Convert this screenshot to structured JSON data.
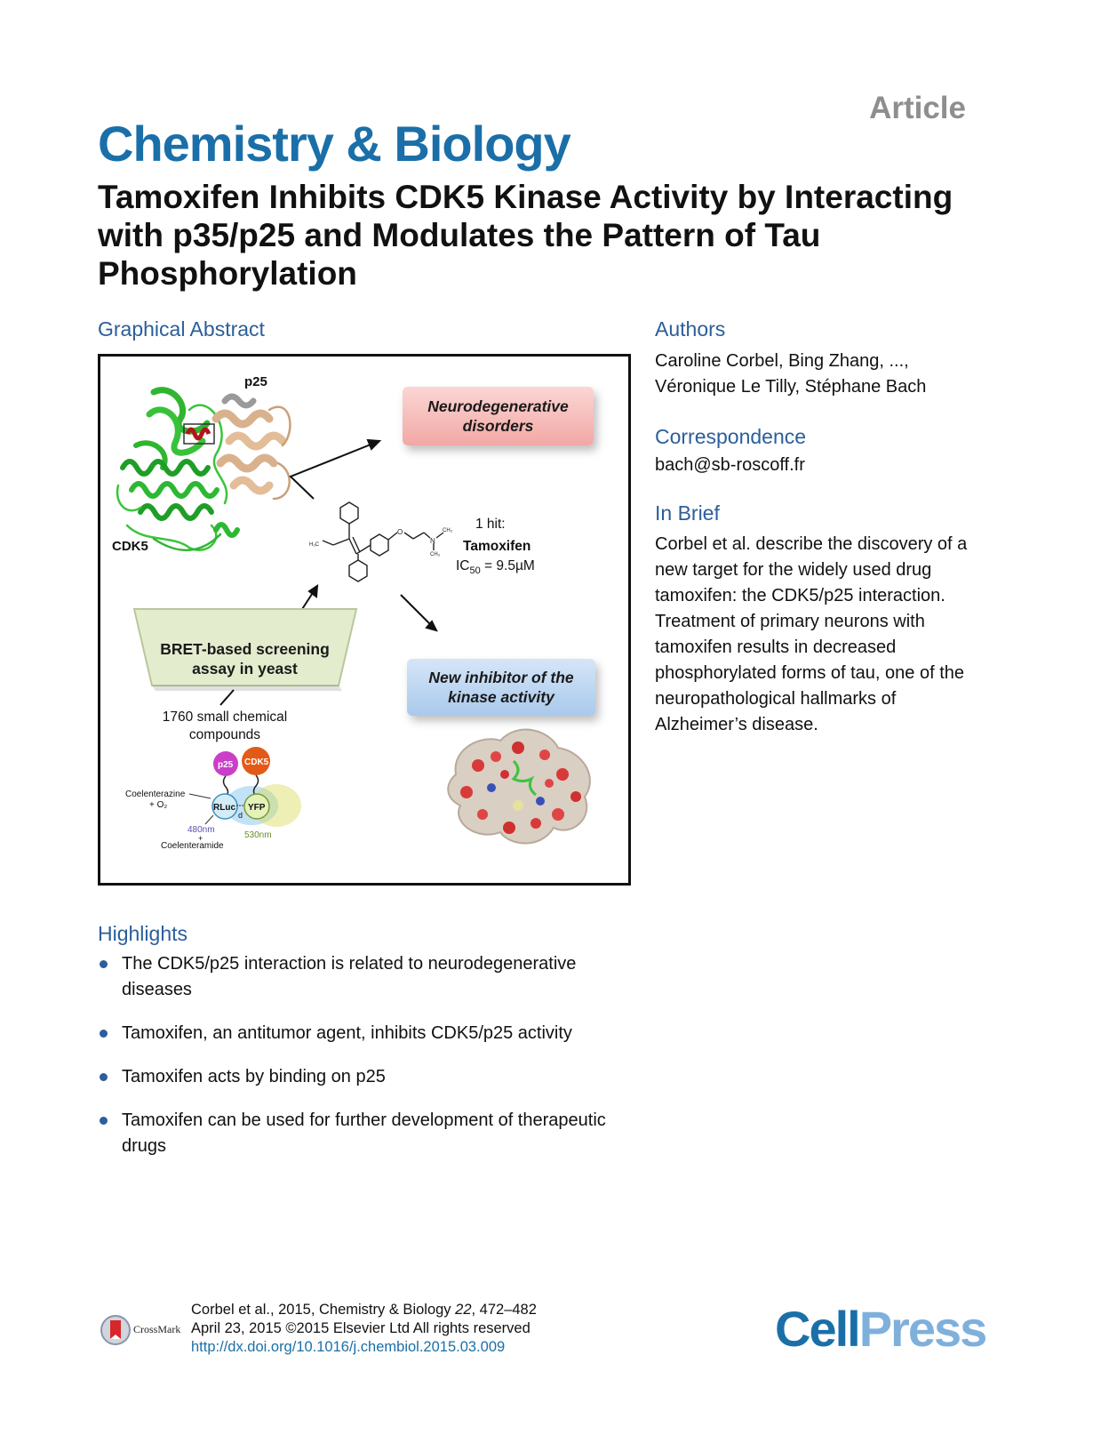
{
  "header": {
    "article_tag": "Article",
    "journal": "Chemistry & Biology",
    "title": "Tamoxifen Inhibits CDK5 Kinase Activity by Interacting with p35/p25 and Modulates the Pattern of Tau Phosphorylation"
  },
  "graphical_abstract": {
    "heading": "Graphical Abstract",
    "p25_label": "p25",
    "cdk5_label": "CDK5",
    "neuro_pill": "Neurodegenerative disorders",
    "hit_line": "1 hit:",
    "hit_name": "Tamoxifen",
    "ic50_prefix": "IC",
    "ic50_sub": "50",
    "ic50_value": " = 9.5µM",
    "bret_line1": "BRET-based screening",
    "bret_line2": "assay in yeast",
    "inhibitor_pill": "New inhibitor of the kinase activity",
    "compounds_line1": "1760 small chemical",
    "compounds_line2": "compounds",
    "diagram": {
      "p25_ball": "p25",
      "cdk5_ball": "CDK5",
      "rluc": "RLuc",
      "yfp": "YFP",
      "coelenterazine": "Coelenterazine",
      "o2": "+ O₂",
      "nm480": "480nm",
      "plus": "+",
      "coelenteramide": "Coelenteramide",
      "nm530": "530nm",
      "d_label": "d"
    },
    "chem": {
      "o": "O",
      "n": "N",
      "ch3a": "CH₃",
      "ch3b": "CH₃",
      "h3c": "H₃C"
    }
  },
  "authors": {
    "heading": "Authors",
    "line1": "Caroline Corbel, Bing Zhang, ...,",
    "line2": "Véronique Le Tilly, Stéphane Bach"
  },
  "correspondence": {
    "heading": "Correspondence",
    "email": "bach@sb-roscoff.fr"
  },
  "in_brief": {
    "heading": "In Brief",
    "lines": [
      "Corbel et al. describe the discovery of a",
      "new target for the widely used drug",
      "tamoxifen: the CDK5/p25 interaction.",
      "Treatment of primary neurons with",
      "tamoxifen results in decreased",
      "phosphorylated forms of tau, one of the",
      "neuropathological hallmarks of",
      "Alzheimer’s disease."
    ]
  },
  "highlights": {
    "heading": "Highlights",
    "items": [
      "The CDK5/p25 interaction is related to neurodegenerative diseases",
      "Tamoxifen, an antitumor agent, inhibits CDK5/p25 activity",
      "Tamoxifen acts by binding on p25",
      "Tamoxifen can be used for further development of therapeutic drugs"
    ]
  },
  "footer": {
    "citation_prefix": "Corbel et al., 2015, Chemistry & Biology ",
    "volume": "22",
    "pages": ", 472–482",
    "date_line": "April 23, 2015 ©2015 Elsevier Ltd All rights reserved",
    "doi": "http://dx.doi.org/10.1016/j.chembiol.2015.03.009",
    "crossmark": "CrossMark",
    "cell": "Cell",
    "press": "Press"
  },
  "colors": {
    "journal_blue": "#1b6fa8",
    "section_blue": "#2b5e9a",
    "press_light_blue": "#7fb0dc"
  }
}
